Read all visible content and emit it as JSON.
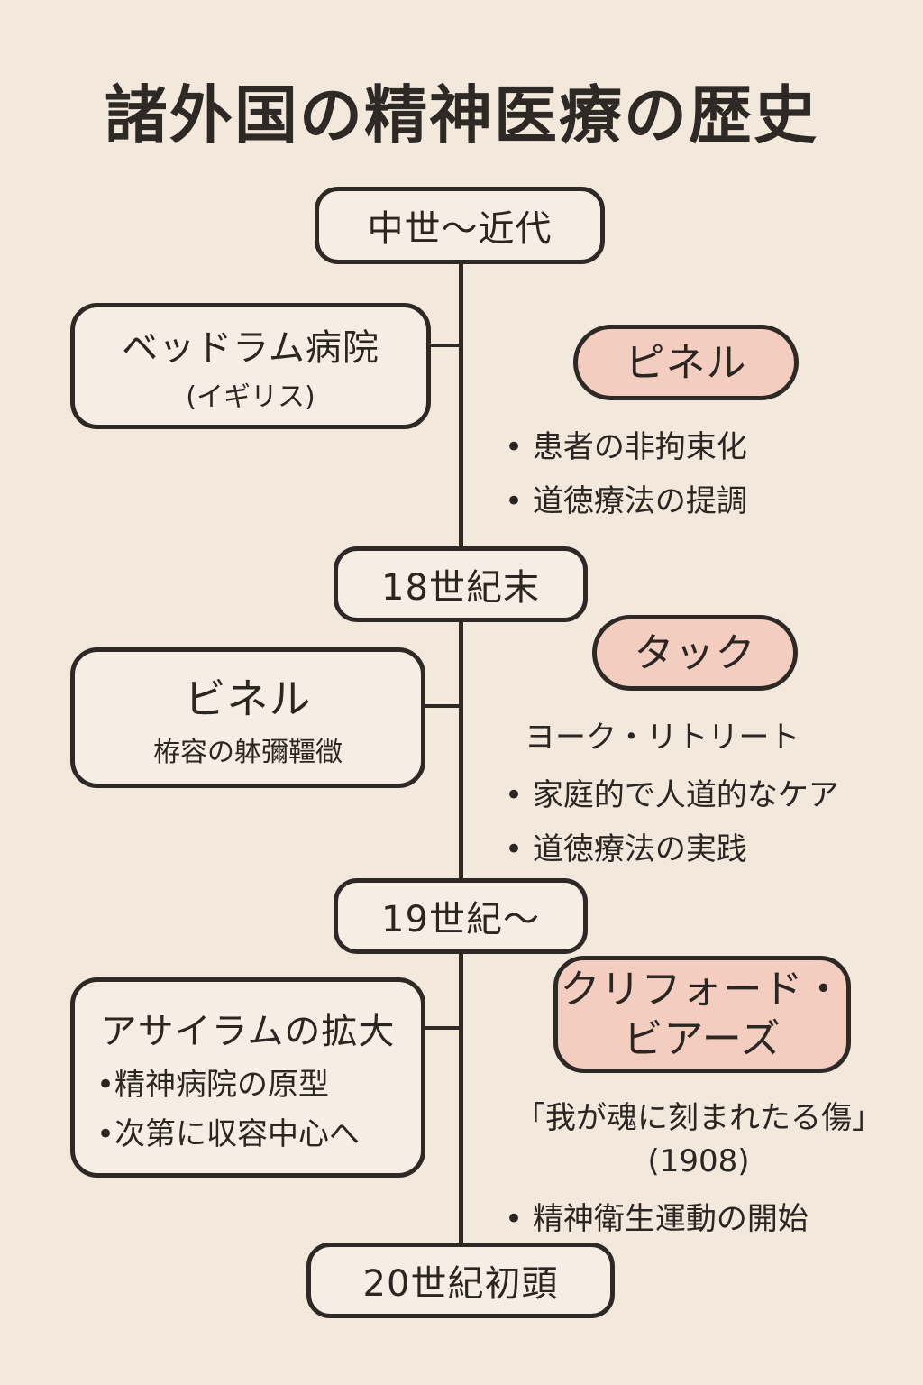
{
  "title": "諸外国の精神医療の歴史",
  "eras": [
    "中世〜近代",
    "18世紀末",
    "19世紀〜",
    "20世紀初頭"
  ],
  "left_boxes": [
    {
      "main": "ベッドラム病院",
      "sub": "(イギリス)"
    },
    {
      "main": "ビネル",
      "sub": "栫容の躰彌韁㣲"
    },
    {
      "main": "アサイラムの拡大",
      "bullets": [
        "•精神病院の原型",
        "•次第に収容中心へ"
      ]
    }
  ],
  "right_groups": [
    {
      "name": "ピネル",
      "bullets": [
        "• 患者の非拘束化",
        "• 道徳療法の提調"
      ]
    },
    {
      "name": "タック",
      "subtitle": "ヨーク・リトリート",
      "bullets": [
        "• 家庭的で人道的なケア",
        "• 道徳療法の実践"
      ]
    },
    {
      "name_lines": [
        "クリフォード・",
        "ビアーズ"
      ],
      "book": "「我が魂に刻まれたる傷」",
      "year": "(1908)",
      "bullets": [
        "• 精神衛生運動の開始"
      ]
    }
  ],
  "colors": {
    "background": "#f2e8dc",
    "line": "#2e2925",
    "pill": "#f3cdbf"
  }
}
